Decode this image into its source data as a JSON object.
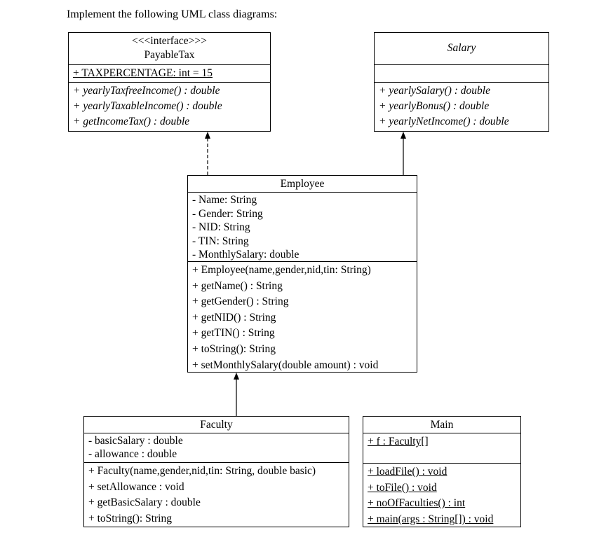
{
  "heading": "Implement the following UML class diagrams:",
  "classes": {
    "payable": {
      "stereotype": "<<<interface>>>",
      "name": "PayableTax",
      "attributes": [
        "+ TAXPERCENTAGE: int = 15"
      ],
      "methods": [
        "+ yearlyTaxfreeIncome() : double",
        "+ yearlyTaxableIncome() : double",
        "+ getIncomeTax() : double"
      ]
    },
    "salary": {
      "name": "Salary",
      "attributes": [],
      "methods": [
        "+ yearlySalary() : double",
        "+ yearlyBonus() : double",
        "+ yearlyNetIncome() : double"
      ]
    },
    "employee": {
      "name": "Employee",
      "attributes": [
        "- Name: String",
        "- Gender: String",
        "- NID: String",
        "- TIN: String",
        "- MonthlySalary: double"
      ],
      "methods": [
        "+ Employee(name,gender,nid,tin: String)",
        "+ getName() : String",
        "+ getGender() : String",
        "+ getNID() : String",
        "+ getTIN() : String",
        "+ toString(): String",
        "+ setMonthlySalary(double amount) : void"
      ]
    },
    "faculty": {
      "name": "Faculty",
      "attributes": [
        "- basicSalary : double",
        "- allowance : double"
      ],
      "methods": [
        "+ Faculty(name,gender,nid,tin: String, double basic)",
        "+ setAllowance : void",
        "+ getBasicSalary : double",
        "+ toString(): String"
      ]
    },
    "main": {
      "name": "Main",
      "attributes": [
        "+ f : Faculty[]"
      ],
      "methods": [
        "+ loadFile() : void",
        "+ toFile() : void",
        "+ noOfFaculties() : int",
        "+ main(args : String[]) : void"
      ]
    }
  }
}
